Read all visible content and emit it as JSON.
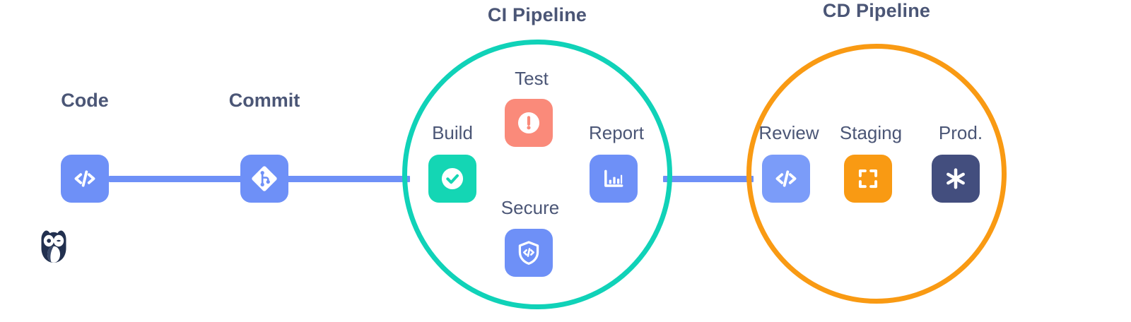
{
  "diagram": {
    "title_ci": "CI Pipeline",
    "title_cd": "CD Pipeline",
    "linear_stages": [
      {
        "label": "Code",
        "icon": "code-brackets-icon",
        "tile_color": "#6e90f7"
      },
      {
        "label": "Commit",
        "icon": "git-commit-icon",
        "tile_color": "#6e90f7"
      }
    ],
    "ci_nodes": [
      {
        "label": "Build",
        "icon": "check-circle-icon",
        "tile_color": "#14d6b4"
      },
      {
        "label": "Test",
        "icon": "alert-circle-icon",
        "tile_color": "#fa8a7a"
      },
      {
        "label": "Report",
        "icon": "bar-chart-icon",
        "tile_color": "#6e90f7"
      },
      {
        "label": "Secure",
        "icon": "shield-code-icon",
        "tile_color": "#6e90f7"
      }
    ],
    "cd_nodes": [
      {
        "label": "Review",
        "icon": "code-brackets-icon",
        "tile_color": "#7b9cf9"
      },
      {
        "label": "Staging",
        "icon": "fullscreen-icon",
        "tile_color": "#f99a13"
      },
      {
        "label": "Prod.",
        "icon": "asterisk-icon",
        "tile_color": "#434e7e"
      }
    ],
    "logo": "owl-logo",
    "colors": {
      "ci_ring": "#10d2b8",
      "cd_ring": "#f99a13",
      "connector": "#6e90f7",
      "text": "#4b5676",
      "logo_dark": "#22304f",
      "logo_mid": "#3b4a6b",
      "background": "#ffffff"
    }
  }
}
